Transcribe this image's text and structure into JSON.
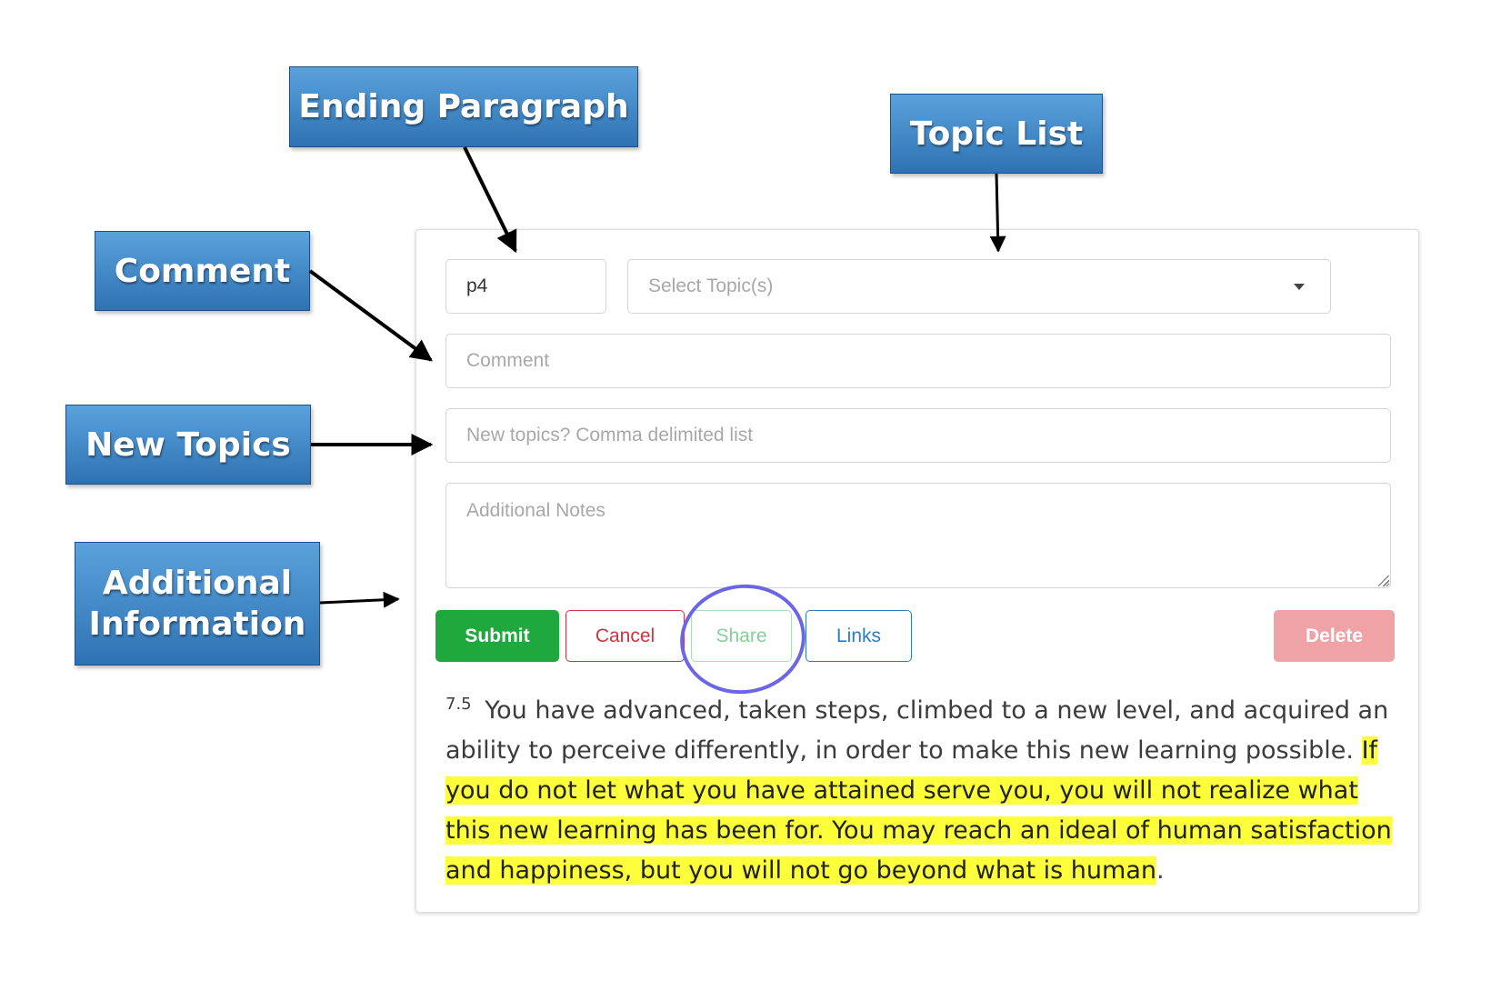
{
  "callouts": {
    "ending_paragraph": "Ending Paragraph",
    "topic_list": "Topic List",
    "comment": "Comment",
    "new_topics": "New Topics",
    "additional_line1": "Additional",
    "additional_line2": "Information"
  },
  "form": {
    "paragraph_value": "p4",
    "topic_placeholder": "Select Topic(s)",
    "comment_placeholder": "Comment",
    "new_topics_placeholder": "New topics? Comma delimited list",
    "notes_placeholder": "Additional Notes"
  },
  "buttons": {
    "submit": "Submit",
    "cancel": "Cancel",
    "share": "Share",
    "links": "Links",
    "delete": "Delete"
  },
  "paragraph": {
    "number": "7.5",
    "plain_text": " You have advanced, taken steps, climbed to a new level, and acquired an ability to perceive differently, in order to make this new learning possible. ",
    "highlighted_text": "If you do not let what you have attained serve you, you will not realize what this new learning has been for. You may reach an ideal of human satisfaction and happiness, but you will not go beyond what is human",
    "trailing_text": "."
  },
  "colors": {
    "callout_blue": "#3a84c6",
    "submit_green": "#1fa83d",
    "cancel_red": "#cf3440",
    "share_green": "#86cf98",
    "links_blue": "#2f7bc1",
    "delete_pink": "#f0a3a7",
    "highlight_yellow": "#fcff3a",
    "annotation_circle": "#6c66e6"
  },
  "icons": {
    "topic_dropdown": "chevron-down-icon"
  }
}
